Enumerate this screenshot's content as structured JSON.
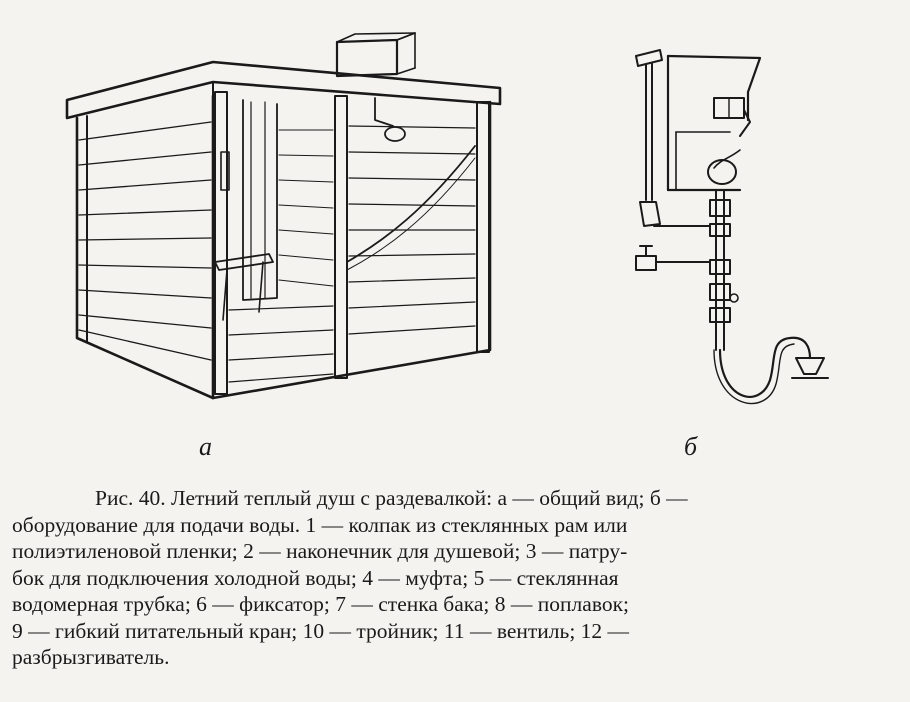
{
  "figure": {
    "label_a": "а",
    "label_b": "б",
    "caption_lines": [
      "Рис. 40. Летний теплый душ с раздевалкой: а — общий вид; б —",
      "оборудование для подачи воды. 1 — колпак из стеклянных рам или",
      "полиэтиленовой пленки; 2 — наконечник для душевой; 3 — патру-",
      "бок для подключения холодной воды; 4 — муфта; 5 — стеклянная",
      "водомерная трубка; 6 — фиксатор; 7 — стенка бака; 8 — поплавок;",
      "9 — гибкий питательный кран; 10 — тройник; 11 — вентиль; 12 —",
      "разбрызгиватель."
    ]
  }
}
